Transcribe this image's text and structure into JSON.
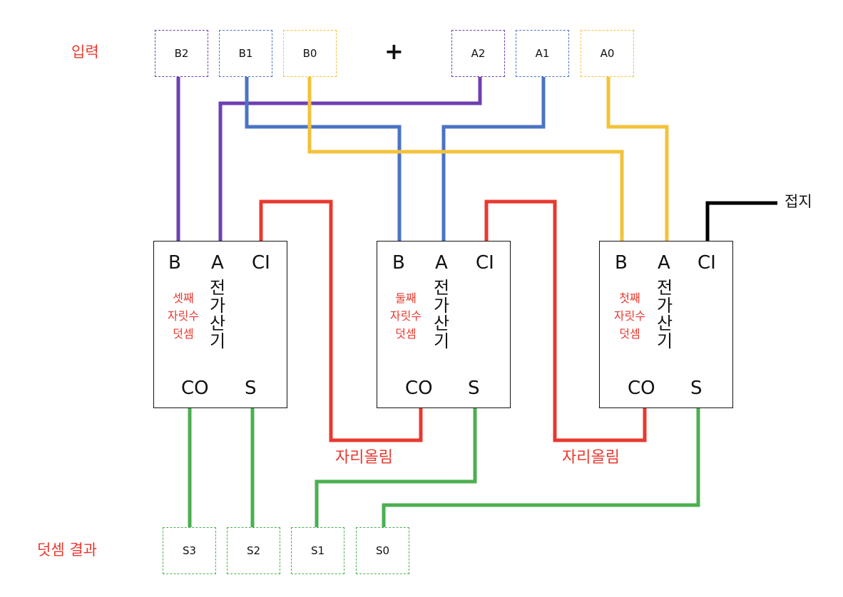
{
  "labels": {
    "input": "입력",
    "plus": "+",
    "sum_result": "덧셈 결과",
    "ground": "접지",
    "carry1": "자리올림",
    "carry2": "자리올림"
  },
  "inputs": {
    "b2": "B2",
    "b1": "B1",
    "b0": "B0",
    "a2": "A2",
    "a1": "A1",
    "a0": "A0"
  },
  "outputs": {
    "s3": "S3",
    "s2": "S2",
    "s1": "S1",
    "s0": "S0"
  },
  "adders": [
    {
      "b": "B",
      "a": "A",
      "ci": "CI",
      "co": "CO",
      "s": "S",
      "title": [
        "전",
        "가",
        "산",
        "기"
      ],
      "desc": [
        "셋째",
        "자릿수",
        "덧셈"
      ]
    },
    {
      "b": "B",
      "a": "A",
      "ci": "CI",
      "co": "CO",
      "s": "S",
      "title": [
        "전",
        "가",
        "산",
        "기"
      ],
      "desc": [
        "둘째",
        "자릿수",
        "덧셈"
      ]
    },
    {
      "b": "B",
      "a": "A",
      "ci": "CI",
      "co": "CO",
      "s": "S",
      "title": [
        "전",
        "가",
        "산",
        "기"
      ],
      "desc": [
        "첫째",
        "자릿수",
        "덧셈"
      ]
    }
  ],
  "colors": {
    "bit2": "#6f3fb0",
    "bit1": "#4a74c4",
    "bit0": "#f3c13a",
    "carry": "#e8392f",
    "sum": "#4caf50",
    "ground": "#000000",
    "label": "#e8392f"
  }
}
